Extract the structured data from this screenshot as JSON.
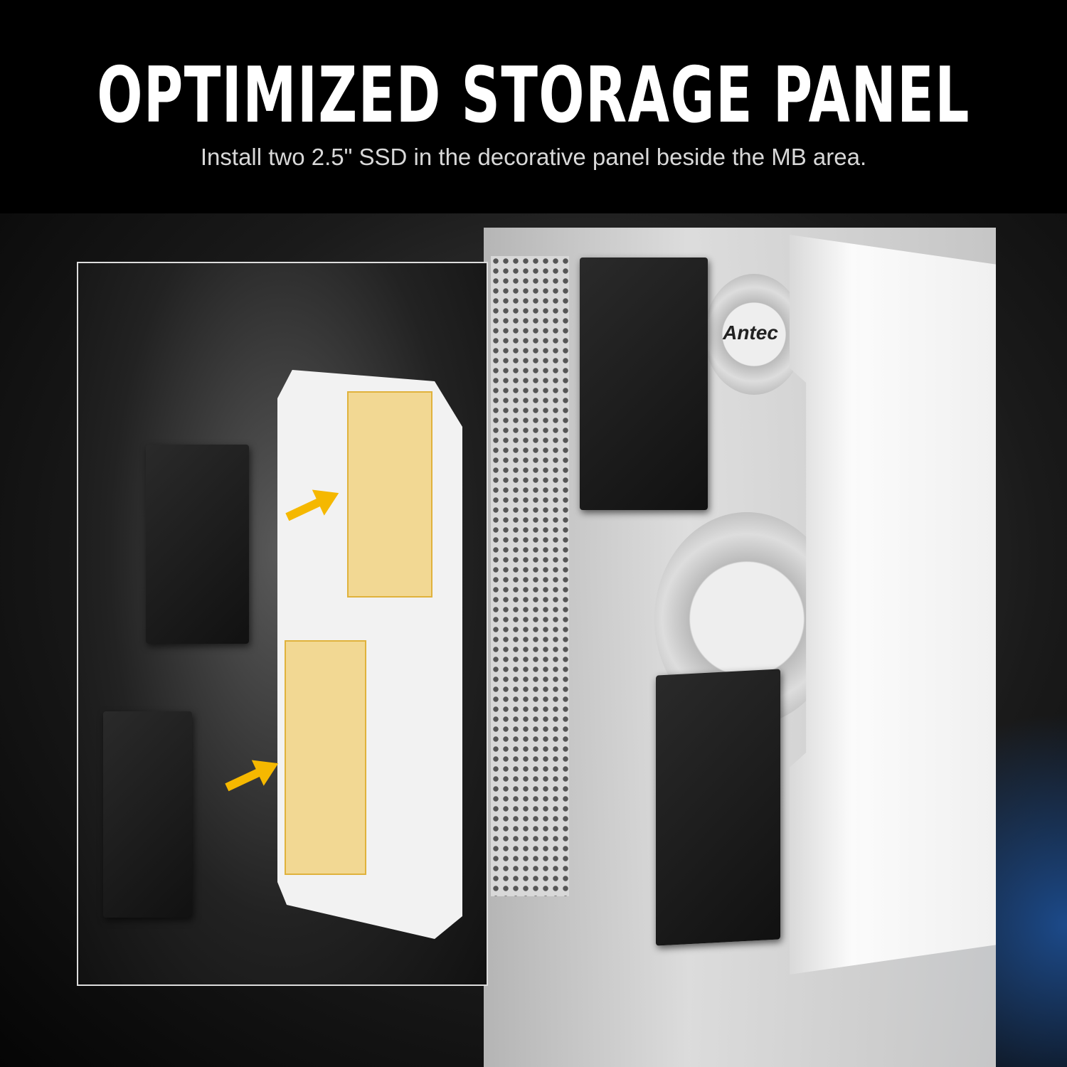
{
  "header": {
    "title": "OPTIMIZED STORAGE PANEL",
    "subtitle": "Install two 2.5\" SSD in the decorative panel beside the MB area."
  },
  "product": {
    "fan_logo": "Antec"
  },
  "colors": {
    "highlight": "#f5b800",
    "slot": "#f2d482",
    "background": "#000000"
  }
}
